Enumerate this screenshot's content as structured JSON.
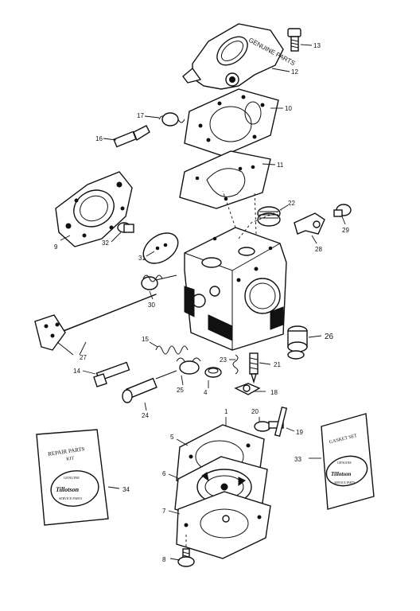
{
  "callouts": [
    {
      "num": "13"
    },
    {
      "num": "12"
    },
    {
      "num": "10"
    },
    {
      "num": "17"
    },
    {
      "num": "16"
    },
    {
      "num": "11"
    },
    {
      "num": "22"
    },
    {
      "num": "29"
    },
    {
      "num": "28"
    },
    {
      "num": "9"
    },
    {
      "num": "32"
    },
    {
      "num": "31"
    },
    {
      "num": "30"
    },
    {
      "num": "27"
    },
    {
      "num": "15"
    },
    {
      "num": "26"
    },
    {
      "num": "23"
    },
    {
      "num": "21"
    },
    {
      "num": "14"
    },
    {
      "num": "25"
    },
    {
      "num": "4"
    },
    {
      "num": "18"
    },
    {
      "num": "24"
    },
    {
      "num": "20"
    },
    {
      "num": "19"
    },
    {
      "num": "5"
    },
    {
      "num": "1"
    },
    {
      "num": "33"
    },
    {
      "num": "34"
    },
    {
      "num": "6"
    },
    {
      "num": "7"
    },
    {
      "num": "8"
    }
  ],
  "repair_kit_card": {
    "line1": "REPAIR PARTS",
    "line2": "KIT",
    "brand": "Tillotson",
    "ring_top": "GENUINE",
    "ring_bottom": "SERVICE PARTS"
  },
  "gasket_set_card": {
    "line1": "GASKET SET",
    "brand": "Tillotson",
    "ring_top": "GENUINE",
    "ring_bottom": "SERVICE PARTS"
  }
}
